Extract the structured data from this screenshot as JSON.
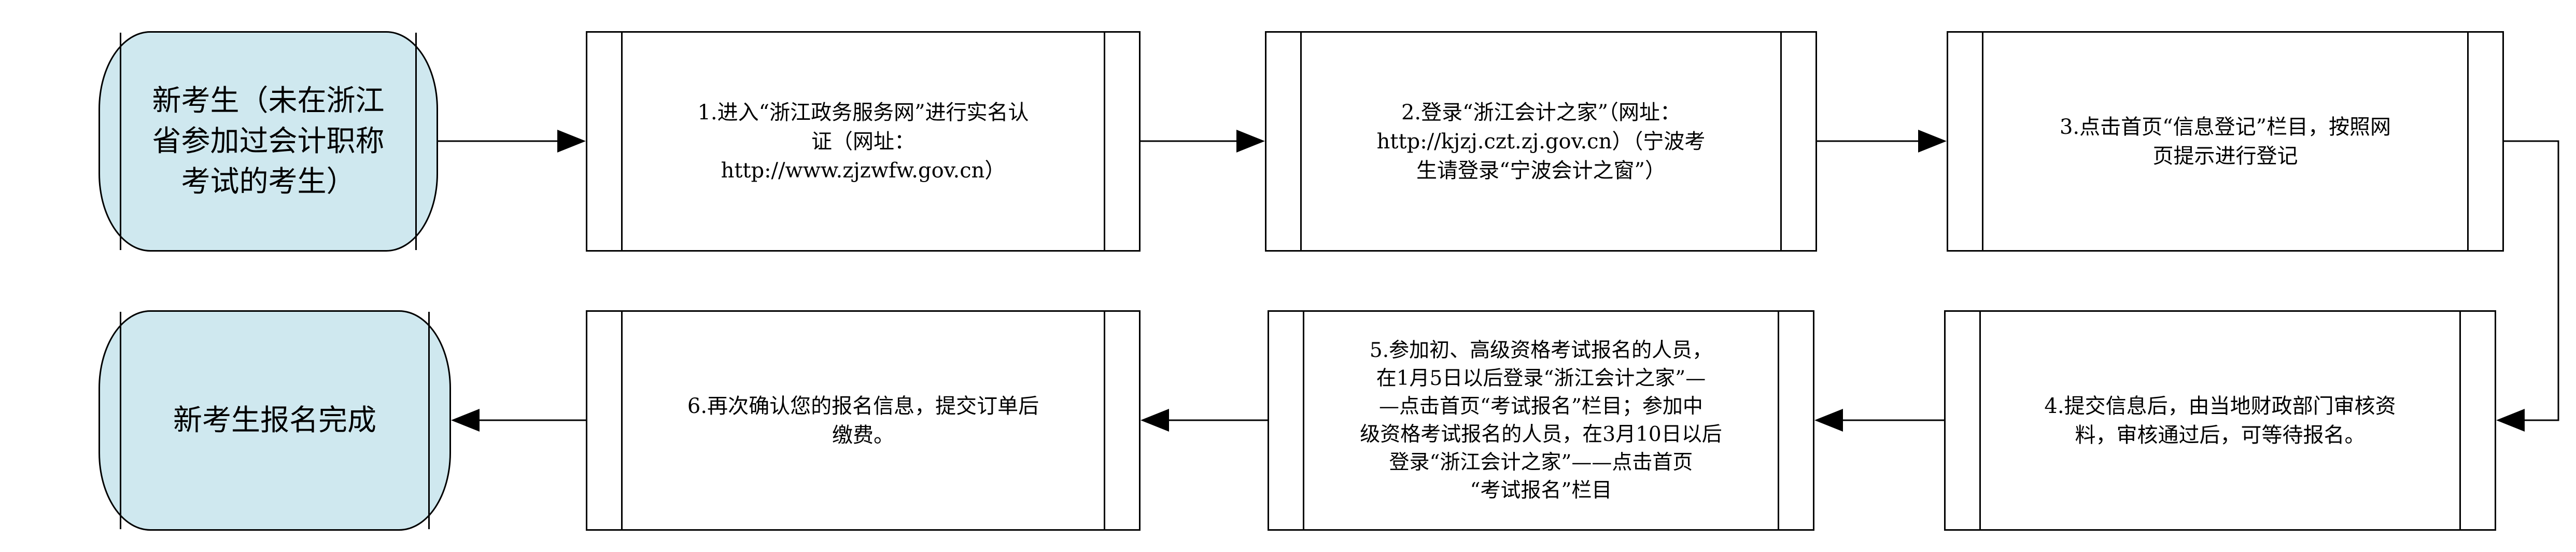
{
  "flow": {
    "start": "新考生（未在浙江\n省参加过会计职称\n考试的考生）",
    "step1": "1.进入“浙江政务服务网”进行实名认\n证（网址：\nhttp://www.zjzwfw.gov.cn）",
    "step2": "2.登录“浙江会计之家”（网址：\nhttp://kjzj.czt.zj.gov.cn）（宁波考\n生请登录“宁波会计之窗”）",
    "step3": "3.点击首页“信息登记”栏目，按照网\n页提示进行登记",
    "step4": "4.提交信息后，由当地财政部门审核资\n料，审核通过后，可等待报名。",
    "step5": "5.参加初、高级资格考试报名的人员，\n在1月5日以后登录“浙江会计之家”—\n—点击首页“考试报名”栏目；参加中\n级资格考试报名的人员，在3月10日以后\n登录“浙江会计之家”——点击首页\n“考试报名”栏目",
    "step6": "6.再次确认您的报名信息，提交订单后\n缴费。",
    "end": "新考生报名完成"
  },
  "colors": {
    "terminal_fill": "#cfe8ef",
    "border": "#000000"
  }
}
